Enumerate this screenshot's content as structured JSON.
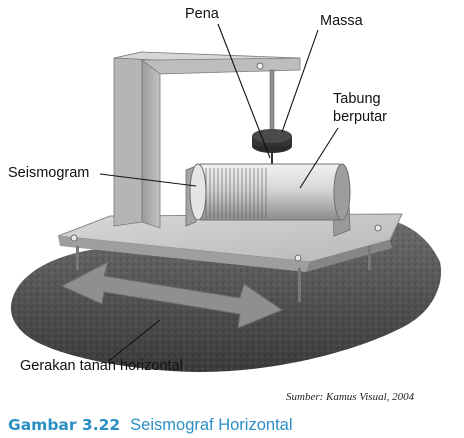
{
  "labels": {
    "pena": "Pena",
    "massa": "Massa",
    "tabung": [
      "Tabung",
      "berputar"
    ],
    "seismogram": "Seismogram",
    "gerakan": "Gerakan tanah horizontal"
  },
  "source": "Sumber: Kamus Visual, 2004",
  "caption": {
    "number": "Gambar 3.22",
    "title": "Seismograf Horizontal"
  },
  "colors": {
    "caption": "#2b8fc6",
    "arrow": "#8a8a8a",
    "rock": "#5a5a5a"
  }
}
